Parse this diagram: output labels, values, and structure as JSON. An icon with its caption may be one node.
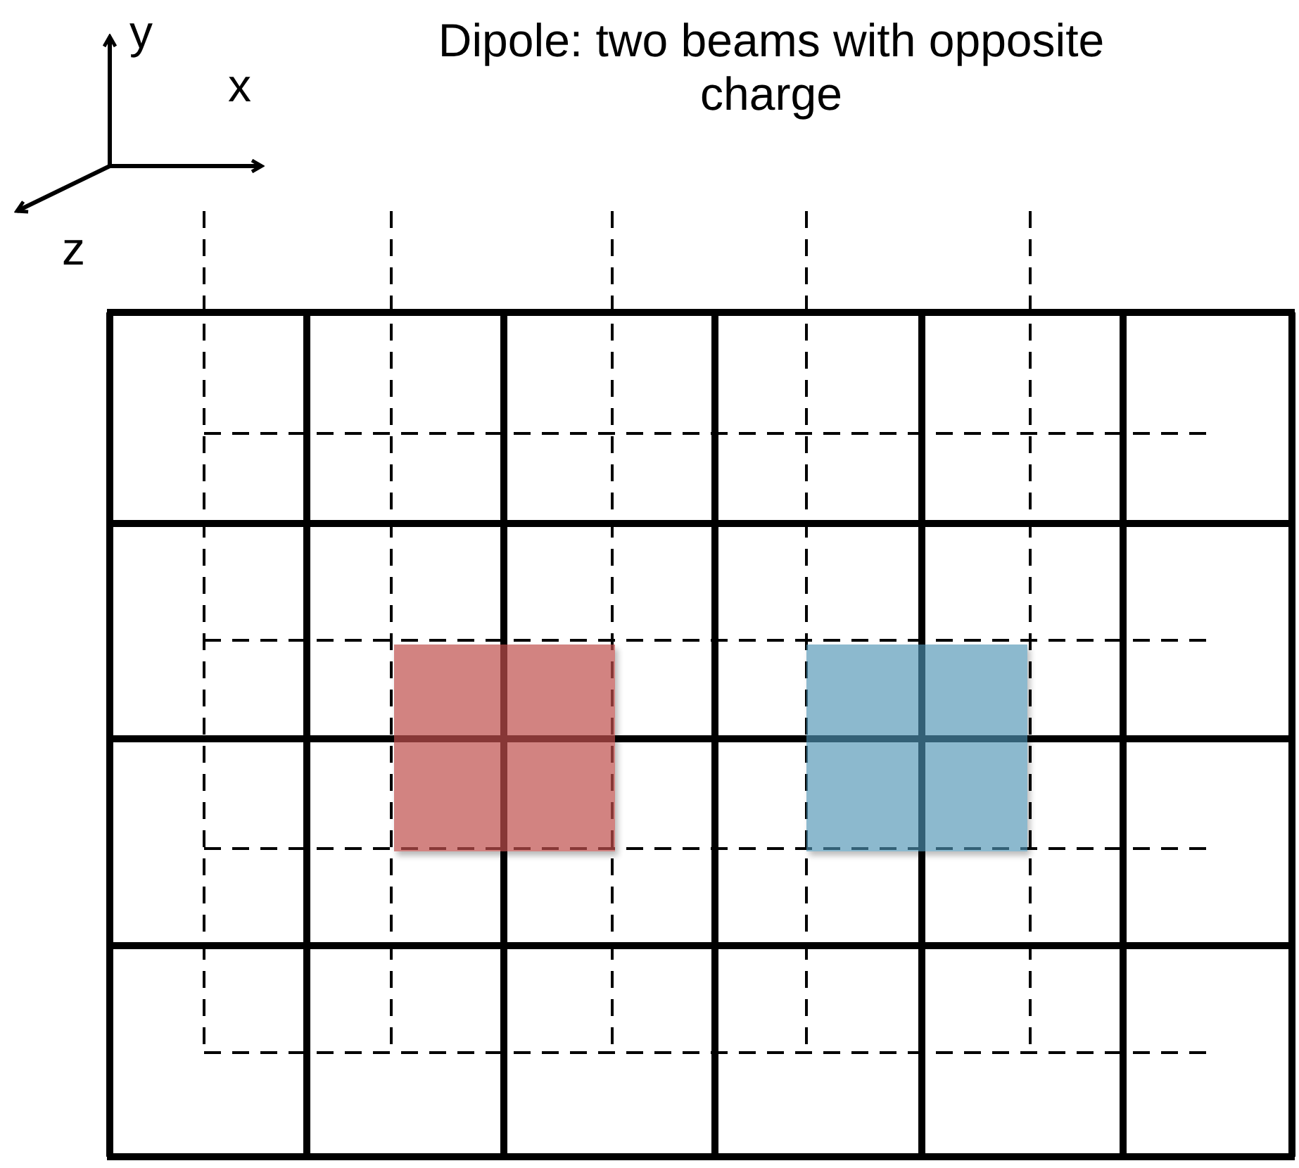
{
  "diagram": {
    "title": "Dipole: two beams with opposite charge",
    "labels": [
      "y",
      "x",
      "z"
    ]
  }
}
